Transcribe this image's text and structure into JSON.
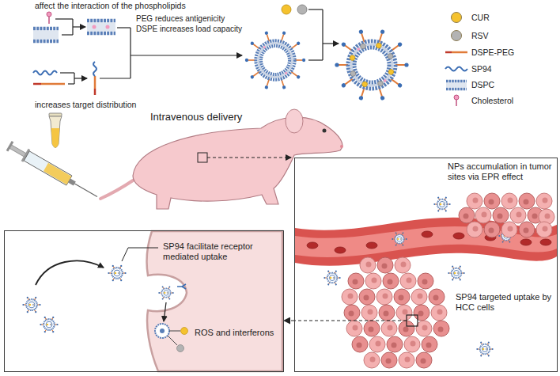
{
  "diagram": {
    "nodes": [
      {
        "text": [
          "NPs accumulation in tumor sites via EPR effect",
          "SP94 targeted uptake by HCC cells"
        ]
      },
      {
        "text": [
          "SP94 facilitate receptor mediated uptake",
          "ROS and interferons"
        ]
      }
    ],
    "edges": [
      {
        "from": 0,
        "to": 1,
        "arrow": "to"
      }
    ],
    "labels": [
      "affect the interaction of the phospholipids",
      "increases target distribution",
      "PEG reduces antigenicity",
      "DSPE increases load capacity",
      "Intravenous delivery"
    ],
    "legend": [
      {
        "text": "CUR",
        "color": "#f5c22e"
      },
      {
        "text": "RSV",
        "color": "#b3b3b3"
      },
      {
        "text": "DSPE-PEG"
      },
      {
        "text": "SP94"
      },
      {
        "text": "DSPC"
      },
      {
        "text": "Cholesterol"
      }
    ]
  }
}
